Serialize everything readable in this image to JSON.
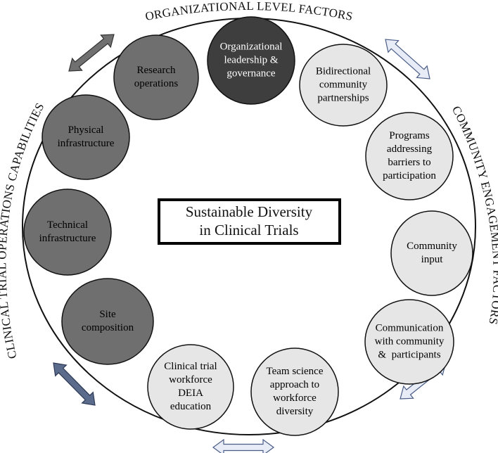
{
  "center": {
    "line1": "Sustainable Diversity",
    "line2": "in Clinical Trials"
  },
  "arc_labels": {
    "top": "ORGANIZATIONAL LEVEL FACTORS",
    "left": "CLINICAL TRIAL OPERATIONS  CAPABILITIES",
    "right": "COMMUNITY ENGAGEMENT FACTORS"
  },
  "colors": {
    "dark": "#3e3e3e",
    "medium": "#6f6f6f",
    "light": "#e6e6e6",
    "arrow_gray": "#707070",
    "arrow_blue_fill": "#e7ecf7",
    "arrow_blue_stroke": "#4a5c86",
    "arrow_darkblue": "#5b6b8c"
  },
  "nodes": [
    {
      "id": "organizational-leadership",
      "lines": [
        "Organizational",
        "leadership &",
        "governance"
      ],
      "tone": "dark"
    },
    {
      "id": "bidirectional-partnerships",
      "lines": [
        "Bidirectional",
        "community",
        "partnerships"
      ],
      "tone": "light"
    },
    {
      "id": "programs-barriers",
      "lines": [
        "Programs",
        "addressing",
        "barriers to",
        "participation"
      ],
      "tone": "light"
    },
    {
      "id": "community-input",
      "lines": [
        "Community",
        "input"
      ],
      "tone": "light"
    },
    {
      "id": "communication",
      "lines": [
        "Communication",
        "with community",
        "&  participants"
      ],
      "tone": "light"
    },
    {
      "id": "team-science",
      "lines": [
        "Team science",
        "approach to",
        "workforce",
        "diversity"
      ],
      "tone": "light"
    },
    {
      "id": "deia-education",
      "lines": [
        "Clinical trial",
        "workforce",
        "DEIA",
        "education"
      ],
      "tone": "light"
    },
    {
      "id": "site-composition",
      "lines": [
        "Site",
        "composition"
      ],
      "tone": "medium"
    },
    {
      "id": "technical-infrastructure",
      "lines": [
        "Technical",
        "infrastructure"
      ],
      "tone": "medium"
    },
    {
      "id": "physical-infrastructure",
      "lines": [
        "Physical",
        "infrastructure"
      ],
      "tone": "medium"
    },
    {
      "id": "research-operations",
      "lines": [
        "Research",
        "operations"
      ],
      "tone": "medium"
    }
  ]
}
